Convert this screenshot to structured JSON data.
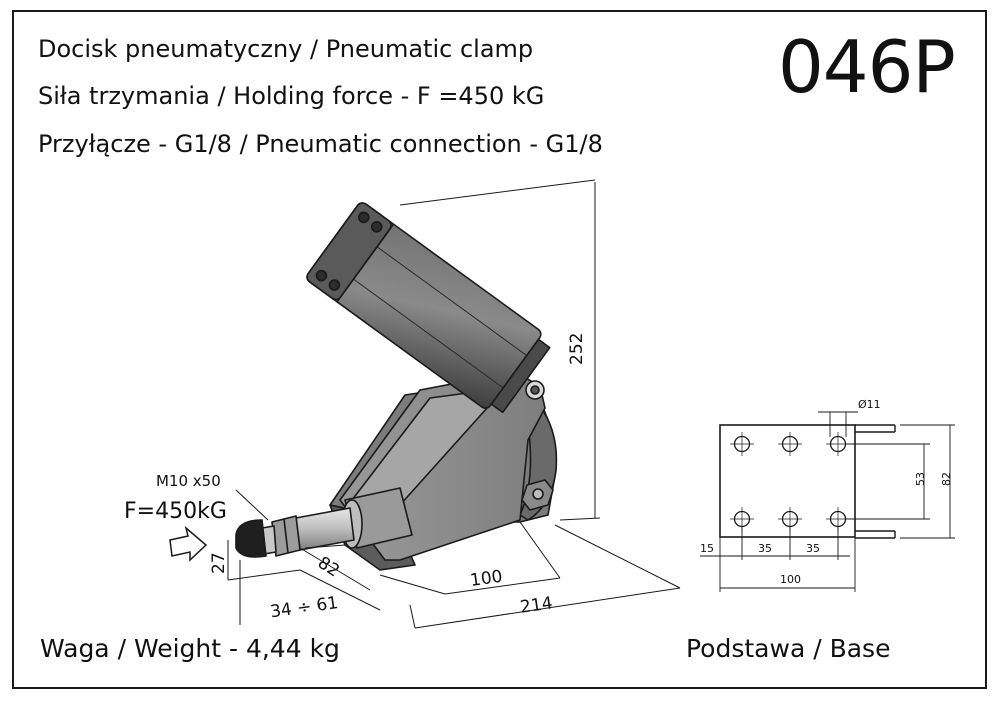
{
  "header": {
    "line1": "Docisk pneumatyczny / Pneumatic clamp",
    "line2": "Siła trzymania / Holding force - F =450 kG",
    "line3": "Przyłącze - G1/8 / Pneumatic connection - G1/8",
    "model_code": "046P"
  },
  "drawing": {
    "height_dim": "252",
    "depth_dim": "82",
    "base_length_dim": "100",
    "total_length_dim": "214",
    "stroke_range_dim": "34 ÷ 61",
    "pad_height_dim": "27",
    "screw_label": "M10 x50",
    "force_label": "F=450kG",
    "force_arrow_icon": "arrow-right-icon"
  },
  "base_plate": {
    "hole_diameter": "Ø11",
    "margin_dim": "15",
    "pitch_dim_1": "35",
    "pitch_dim_2": "35",
    "width_dim": "100",
    "row_spacing_dim": "53",
    "depth_dim": "82",
    "hole_icon": "bolt-hole-icon"
  },
  "footer": {
    "weight": "Waga / Weight - 4,44 kg",
    "base_title": "Podstawa / Base"
  },
  "colors": {
    "body_gray": "#8e8e8e",
    "dark_gray": "#4a4a4a",
    "light_gray": "#c4c4c4",
    "line": "#1a1a1a"
  }
}
